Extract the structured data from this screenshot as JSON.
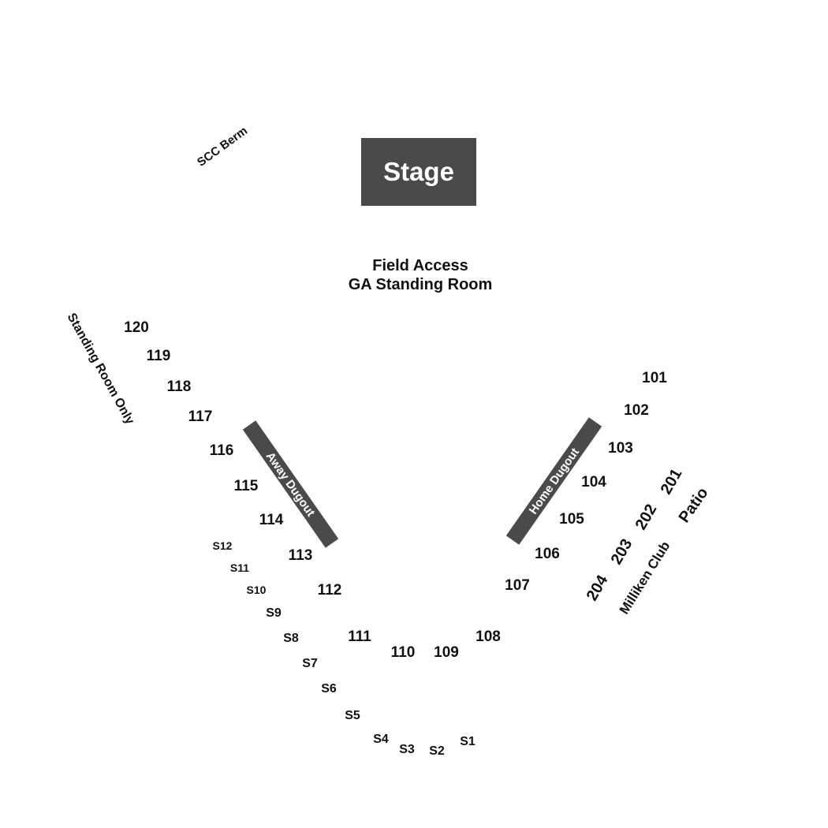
{
  "stage": {
    "label": "Stage"
  },
  "field": {
    "line1": "Field Access",
    "line2": "GA Standing Room"
  },
  "areas": {
    "scc_berm": "SCC Berm",
    "standing_room_only": "Standing Room Only",
    "milliken_club": "Milliken Club",
    "patio": "Patio"
  },
  "dugouts": {
    "away": "Away Dugout",
    "home": "Home Dugout"
  },
  "sections": {
    "s101": "101",
    "s102": "102",
    "s103": "103",
    "s104": "104",
    "s105": "105",
    "s106": "106",
    "s107": "107",
    "s108": "108",
    "s109": "109",
    "s110": "110",
    "s111": "111",
    "s112": "112",
    "s113": "113",
    "s114": "114",
    "s115": "115",
    "s116": "116",
    "s117": "117",
    "s118": "118",
    "s119": "119",
    "s120": "120",
    "s201": "201",
    "s202": "202",
    "s203": "203",
    "s204": "204",
    "sS1": "S1",
    "sS2": "S2",
    "sS3": "S3",
    "sS4": "S4",
    "sS5": "S5",
    "sS6": "S6",
    "sS7": "S7",
    "sS8": "S8",
    "sS9": "S9",
    "sS10": "S10",
    "sS11": "S11",
    "sS12": "S12"
  }
}
